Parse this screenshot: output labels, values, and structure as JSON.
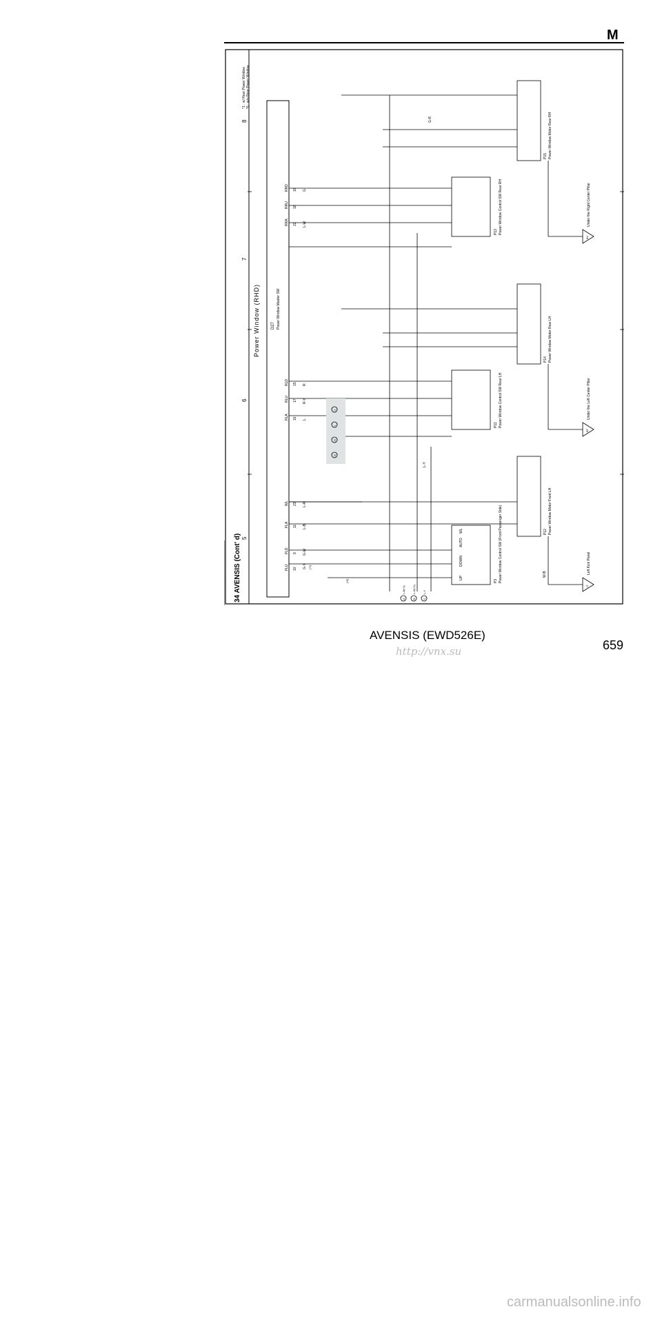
{
  "header": {
    "section_letter": "M"
  },
  "diagram": {
    "section_title": "34  AVENSIS (Cont' d)",
    "system_title": "Power Window (RHD)",
    "notes": [
      "*1 : w/ Rear Power Window",
      "*6 : w/o Rear Power Window"
    ],
    "column_numbers": [
      "5",
      "6",
      "7",
      "8"
    ],
    "master_switch": {
      "code": "D27",
      "label": "Power Window Master SW"
    },
    "master_pins": [
      {
        "name": "FLU",
        "num": "10"
      },
      {
        "name": "FLD",
        "num": "9"
      },
      {
        "name": "FLA",
        "num": "11"
      },
      {
        "name": "WL",
        "num": "23"
      },
      {
        "name": "RLA",
        "num": "16"
      },
      {
        "name": "RLU",
        "num": "17"
      },
      {
        "name": "RLD",
        "num": "15"
      },
      {
        "name": "RRA",
        "num": "22"
      },
      {
        "name": "RRU",
        "num": "18"
      },
      {
        "name": "RRD",
        "num": "19"
      }
    ],
    "wire_colors": [
      "G-Y",
      "G-W",
      "L-B",
      "L-R",
      "R-Y",
      "R",
      "L",
      "L-W",
      "G",
      "G-R",
      "W-B",
      "L-Y"
    ],
    "star1": "(*1)",
    "star6": "(*6)",
    "components": [
      "Power Window Control SW (Front Passenger Side)",
      "Power Window Motor Front LH",
      "Power Window Control SW Rear LH",
      "Power Window Motor Rear LH",
      "Power Window Control SW Rear RH",
      "Power Window Motor Rear RH"
    ],
    "component_codes": [
      "P3",
      "P12",
      "P11",
      "P14",
      "P13",
      "P15"
    ],
    "switch_labels": [
      "UP",
      "DOWN",
      "AUTO",
      "WL"
    ],
    "grounds": [
      {
        "code": "IT",
        "label": "Left Kick Panel"
      },
      {
        "code": "BT",
        "label": "Under the Left Center Pillar"
      },
      {
        "code": "BV",
        "label": "Under the Right Center Pillar"
      }
    ],
    "bottom_terminals": [
      {
        "letter": "A",
        "label": "L-B(*1)"
      },
      {
        "letter": "B",
        "label": "L-W(*1)"
      },
      {
        "letter": "C",
        "label": "L-Y"
      }
    ],
    "splice_letters": [
      "G",
      "H",
      "I",
      "J"
    ]
  },
  "footer": {
    "title": "AVENSIS (EWD526E)",
    "url": "http://vnx.su",
    "page_number": "659"
  },
  "watermark": "carmanualsonline.info"
}
